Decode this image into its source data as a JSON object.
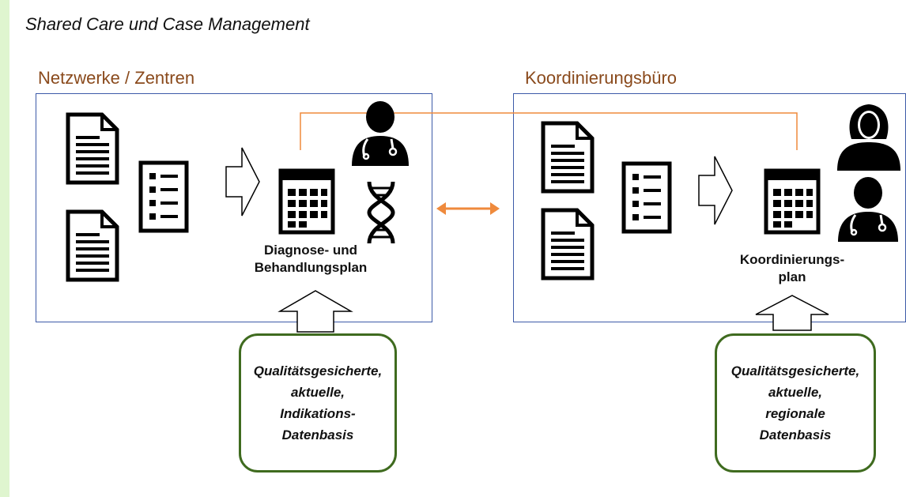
{
  "title": "Shared Care und Case Management",
  "left_panel": {
    "label": "Netzwerke / Zentren",
    "plan_label_lines": [
      "Diagnose- und",
      "Behandlungsplan"
    ],
    "data_box_lines": [
      "Qualitätsgesicherte,",
      "aktuelle,",
      "Indikations-",
      "Datenbasis"
    ]
  },
  "right_panel": {
    "label": "Koordinierungsbüro",
    "plan_label_lines": [
      "Koordinierungs-",
      "plan"
    ],
    "data_box_lines": [
      "Qualitätsgesicherte,",
      "aktuelle,",
      "regionale",
      "Datenbasis"
    ]
  },
  "colors": {
    "page_border": "#dff5cf",
    "panel_border": "#3c5aa8",
    "label_text": "#8a4a1c",
    "connector_line": "#ef8a3c",
    "double_arrow": "#ef8a3c",
    "data_box_border": "#3f6b1f"
  },
  "icons": [
    "document-icon",
    "checklist-icon",
    "hollow-arrow-right-icon",
    "calendar-icon",
    "doctor-icon",
    "dna-icon",
    "double-arrow-icon",
    "hollow-arrow-up-icon",
    "female-person-icon"
  ]
}
